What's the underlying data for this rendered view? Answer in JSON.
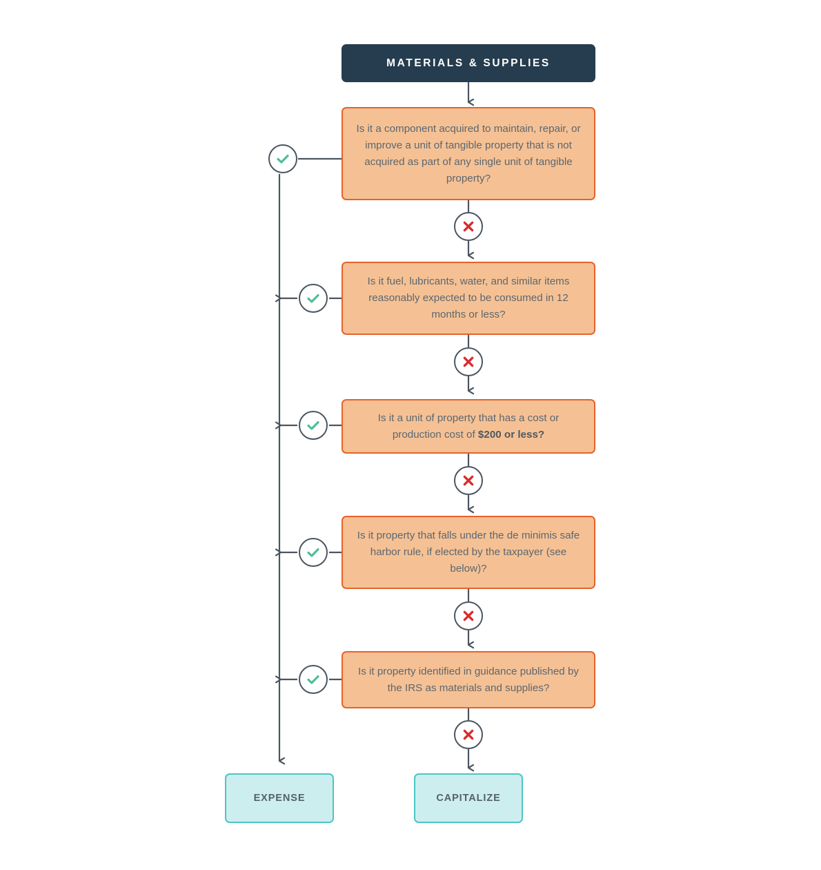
{
  "diagram": {
    "title": "MATERIALS & SUPPLIES",
    "background_color": "#ffffff",
    "colors": {
      "header_fill": "#253d4e",
      "header_text": "#ffffff",
      "question_fill": "#f5c194",
      "question_border": "#e4622a",
      "question_text": "#5c6670",
      "outcome_fill": "#cdeeee",
      "outcome_border": "#4cc4c4",
      "outcome_text": "#55606a",
      "edge_line": "#4a5560",
      "yes_marker": "#4cbf95",
      "no_marker": "#d92b2b"
    }
  },
  "header": {
    "label": "MATERIALS & SUPPLIES"
  },
  "questions": [
    {
      "id": "q1",
      "text_before": "Is it a component acquired to maintain, repair, or improve a unit of tangible property that is not acquired as part of any single unit of tangible property?",
      "emphasis": "",
      "text_after": "",
      "yes_marker": "check-icon",
      "no_marker": "cross-icon"
    },
    {
      "id": "q2",
      "text_before": "Is it fuel, lubricants, water, and similar items reasonably expected to be consumed in 12 months or less?",
      "emphasis": "",
      "text_after": "",
      "yes_marker": "check-icon",
      "no_marker": "cross-icon"
    },
    {
      "id": "q3",
      "text_before": "Is it a unit of property that has a cost or production cost of ",
      "emphasis": "$200 or less?",
      "text_after": "",
      "yes_marker": "check-icon",
      "no_marker": "cross-icon"
    },
    {
      "id": "q4",
      "text_before": "Is it property that falls under the de minimis safe harbor rule, if elected by the taxpayer (see below)?",
      "emphasis": "",
      "text_after": "",
      "yes_marker": "check-icon",
      "no_marker": "cross-icon"
    },
    {
      "id": "q5",
      "text_before": "Is it property identified in guidance published by the IRS as materials and supplies?",
      "emphasis": "",
      "text_after": "",
      "yes_marker": "check-icon",
      "no_marker": "cross-icon"
    }
  ],
  "outcomes": {
    "yes": "EXPENSE",
    "no": "CAPITALIZE"
  }
}
